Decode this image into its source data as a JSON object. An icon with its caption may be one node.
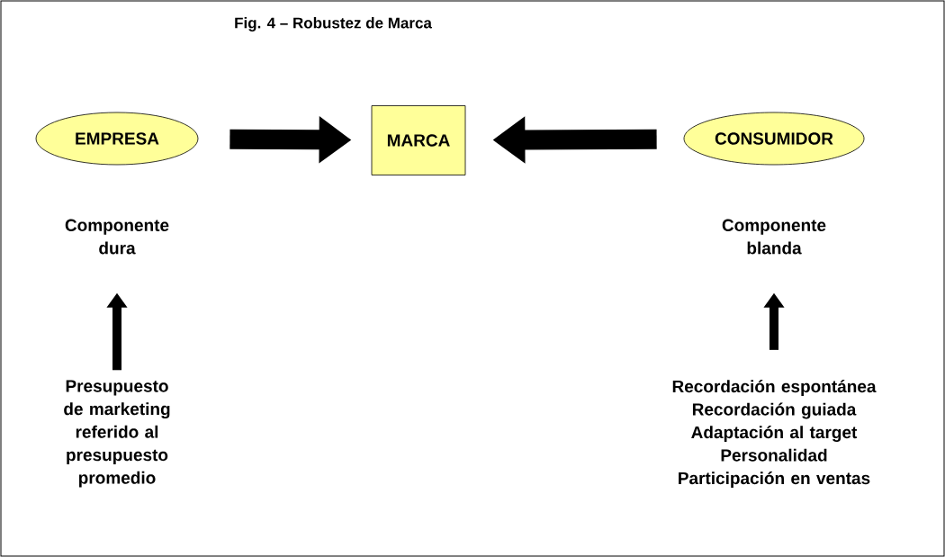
{
  "diagram": {
    "title": "Fig. 4 – Robustez de Marca",
    "nodes": [
      {
        "text": [
          "EMPRESA"
        ]
      },
      {
        "text": [
          "MARCA"
        ]
      },
      {
        "text": [
          "CONSUMIDOR"
        ]
      },
      {
        "text": [
          "Componente dura"
        ]
      },
      {
        "text": [
          "Componente blanda"
        ]
      },
      {
        "text": [
          "Presupuesto de marketing referido al presupuesto promedio"
        ]
      },
      {
        "text": [
          "Recordación espontánea",
          "Recordación guiada",
          "Adaptación al target",
          "Personalidad",
          "Participación en ventas"
        ]
      }
    ],
    "edges": [
      {
        "from": 0,
        "to": 1,
        "arrow": "to",
        "style": "thick"
      },
      {
        "from": 2,
        "to": 1,
        "arrow": "to",
        "style": "thick"
      },
      {
        "from": 5,
        "to": 3,
        "arrow": "to"
      },
      {
        "from": 6,
        "to": 4,
        "arrow": "to"
      }
    ]
  }
}
